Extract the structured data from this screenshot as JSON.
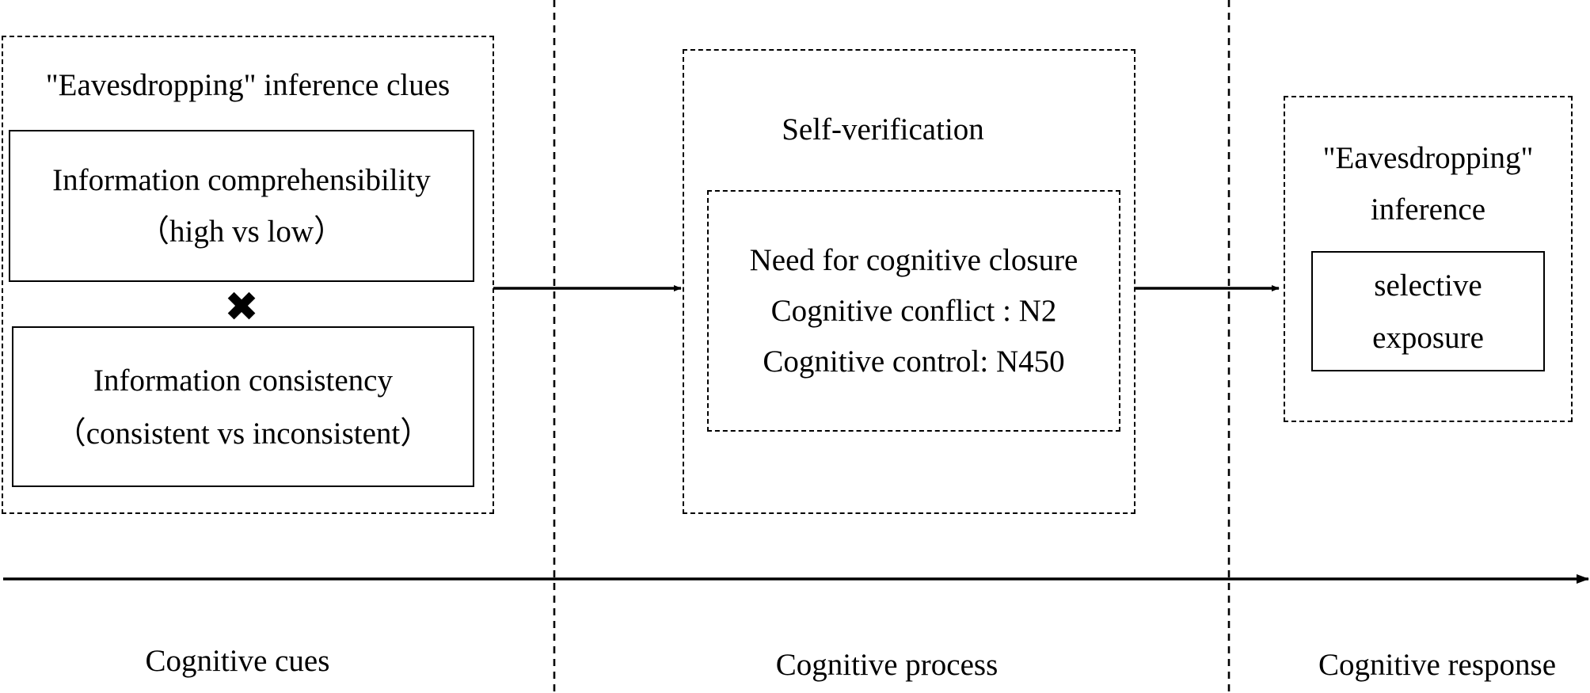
{
  "cues": {
    "group_title": "\"Eavesdropping\" inference clues",
    "comprehensibility": {
      "line1": "Information comprehensibility",
      "line2": "（high vs low）"
    },
    "interaction_symbol": "✖",
    "consistency": {
      "line1": "Information consistency",
      "line2": "（consistent vs inconsistent）"
    },
    "stage_label": "Cognitive cues"
  },
  "process": {
    "group_title": "Self-verification",
    "inner": {
      "line1": "Need for cognitive closure",
      "line2": "Cognitive conflict : N2",
      "line3": "Cognitive control: N450"
    },
    "stage_label": "Cognitive process"
  },
  "response": {
    "group_title_line1": "\"Eavesdropping\"",
    "group_title_line2": "inference",
    "inner": {
      "line1": "selective",
      "line2": "exposure"
    },
    "stage_label": "Cognitive response"
  },
  "colors": {
    "stroke": "#000000",
    "background": "#ffffff"
  }
}
